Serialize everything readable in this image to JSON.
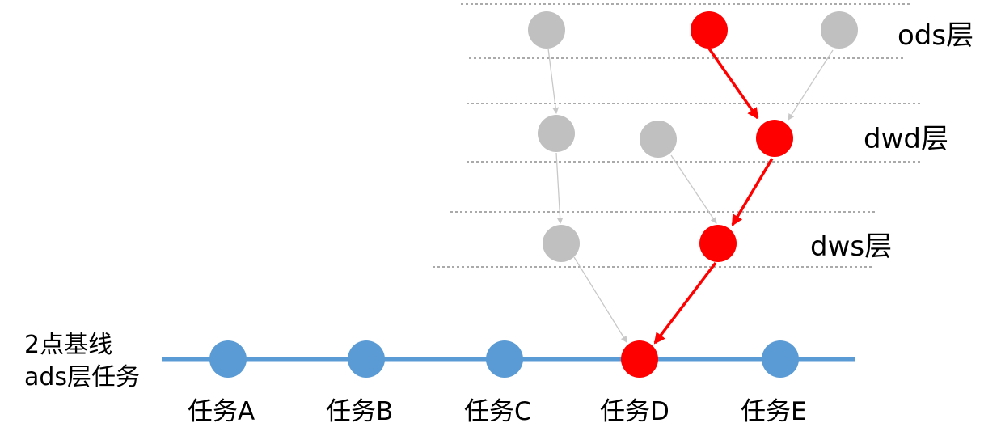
{
  "layers": {
    "ods": "ods层",
    "dwd": "dwd层",
    "dws": "dws层"
  },
  "baseline": {
    "line1": "2点基线",
    "line2": "ads层任务"
  },
  "tasks": [
    "任务A",
    "任务B",
    "任务C",
    "任务D",
    "任务E"
  ],
  "colors": {
    "inactive_node": "#c0c0c0",
    "inactive_edge": "#c8c8c8",
    "critical_path": "#ff0000",
    "baseline": "#5b9bd5",
    "divider": "#555555"
  }
}
